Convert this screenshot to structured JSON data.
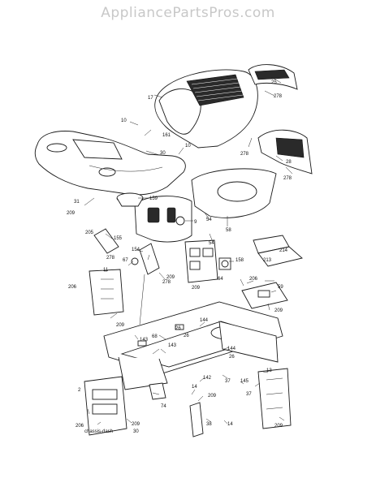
{
  "watermark": "AppliancePartsPros.com",
  "caption": "chassis-dash",
  "callouts": [
    {
      "id": "c0",
      "label": "17"
    },
    {
      "id": "c1",
      "label": "25"
    },
    {
      "id": "c2",
      "label": "278"
    },
    {
      "id": "c3",
      "label": "10"
    },
    {
      "id": "c4",
      "label": "161"
    },
    {
      "id": "c5",
      "label": "10"
    },
    {
      "id": "c6",
      "label": "278"
    },
    {
      "id": "c7",
      "label": "28"
    },
    {
      "id": "c8",
      "label": "278"
    },
    {
      "id": "c9",
      "label": "30"
    },
    {
      "id": "c10",
      "label": "31"
    },
    {
      "id": "c11",
      "label": "209"
    },
    {
      "id": "c12",
      "label": "159"
    },
    {
      "id": "c13",
      "label": "9"
    },
    {
      "id": "c14",
      "label": "54"
    },
    {
      "id": "c15",
      "label": "58"
    },
    {
      "id": "c16",
      "label": "54"
    },
    {
      "id": "c17",
      "label": "205"
    },
    {
      "id": "c18",
      "label": "155"
    },
    {
      "id": "c19",
      "label": "278"
    },
    {
      "id": "c20",
      "label": "154"
    },
    {
      "id": "c21",
      "label": "67"
    },
    {
      "id": "c22",
      "label": "11"
    },
    {
      "id": "c23",
      "label": "206"
    },
    {
      "id": "c24",
      "label": "209"
    },
    {
      "id": "c25",
      "label": "278"
    },
    {
      "id": "c26",
      "label": "158"
    },
    {
      "id": "c27",
      "label": "64"
    },
    {
      "id": "c28",
      "label": "209"
    },
    {
      "id": "c29",
      "label": "213"
    },
    {
      "id": "c30",
      "label": "214"
    },
    {
      "id": "c31",
      "label": "206"
    },
    {
      "id": "c32",
      "label": "59"
    },
    {
      "id": "c33",
      "label": "209"
    },
    {
      "id": "c34",
      "label": "144"
    },
    {
      "id": "c35",
      "label": "26"
    },
    {
      "id": "c36",
      "label": "26"
    },
    {
      "id": "c37",
      "label": "209"
    },
    {
      "id": "c38",
      "label": "143"
    },
    {
      "id": "c39",
      "label": "68"
    },
    {
      "id": "c40",
      "label": "143"
    },
    {
      "id": "c41",
      "label": "144"
    },
    {
      "id": "c42",
      "label": "26"
    },
    {
      "id": "c43",
      "label": "142"
    },
    {
      "id": "c44",
      "label": "14"
    },
    {
      "id": "c45",
      "label": "37"
    },
    {
      "id": "c46",
      "label": "145"
    },
    {
      "id": "c47",
      "label": "37"
    },
    {
      "id": "c48",
      "label": "13"
    },
    {
      "id": "c49",
      "label": "74"
    },
    {
      "id": "c50",
      "label": "209"
    },
    {
      "id": "c51",
      "label": "2"
    },
    {
      "id": "c52",
      "label": "206"
    },
    {
      "id": "c53",
      "label": "209"
    },
    {
      "id": "c54",
      "label": "38"
    },
    {
      "id": "c55",
      "label": "14"
    },
    {
      "id": "c56",
      "label": "209"
    },
    {
      "id": "c57",
      "label": "30"
    }
  ]
}
